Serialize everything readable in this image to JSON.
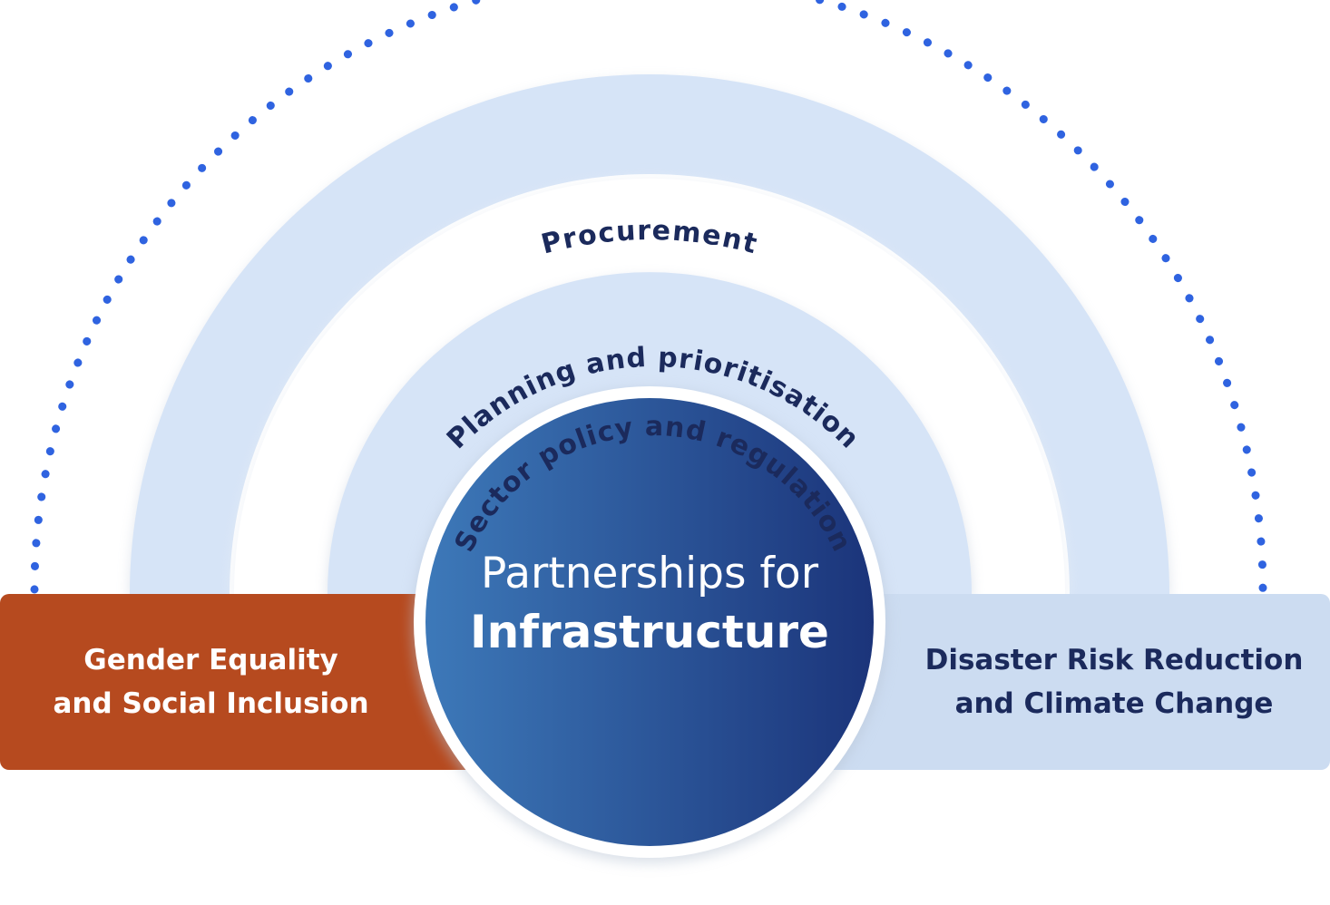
{
  "rings": {
    "outer": "Procurement",
    "middle": "Planning and prioritisation",
    "inner": "Sector policy and regulation"
  },
  "left_band": {
    "line1": "Gender Equality",
    "line2": "and Social Inclusion",
    "color": "#b64a1f"
  },
  "right_band": {
    "line1": "Disaster Risk Reduction",
    "line2": "and Climate Change",
    "color": "#ccdcf1"
  },
  "core": {
    "line1": "Partnerships for",
    "line2": "Infrastructure",
    "gradient_start": "#3d79b9",
    "gradient_end": "#1b347a"
  },
  "colors": {
    "ring_fill": "#d6e4f7",
    "dotted_arc": "#2f63e0",
    "text_dark": "#1b2a5c"
  }
}
